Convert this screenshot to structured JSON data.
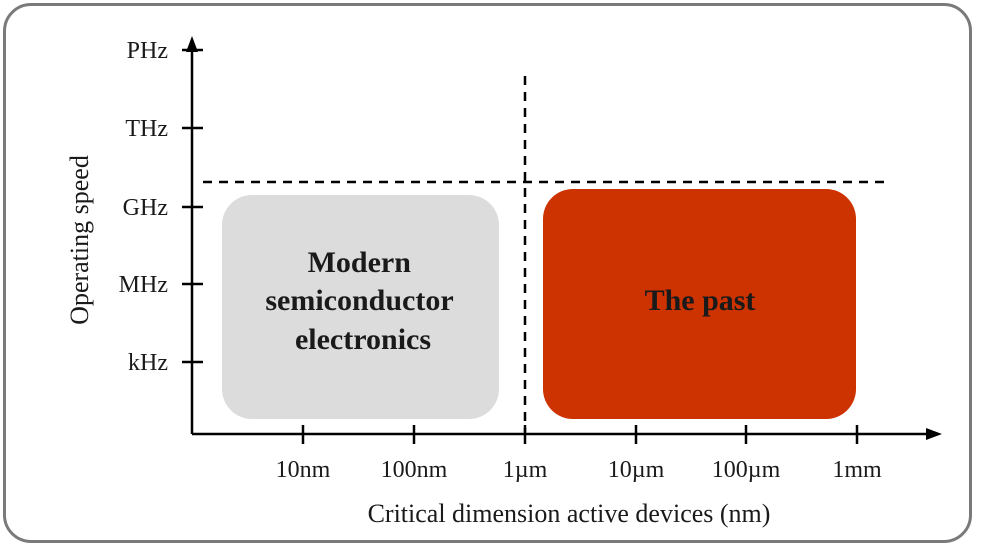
{
  "diagram": {
    "y_axis": {
      "label": "Operating speed",
      "ticks": [
        "kHz",
        "MHz",
        "GHz",
        "THz",
        "PHz"
      ]
    },
    "x_axis": {
      "label": "Critical dimension active devices (nm)",
      "ticks": [
        "10nm",
        "100nm",
        "1µm",
        "10µm",
        "100µm",
        "1mm"
      ]
    },
    "regions": {
      "modern": {
        "lines": [
          "Modern",
          "semiconductor",
          "electronics"
        ],
        "fill": "#dcdcdc"
      },
      "past": {
        "lines": [
          "The past"
        ],
        "fill": "#cc3300"
      }
    },
    "colors": {
      "axis": "#000000",
      "frame": "#7a7a7a",
      "text": "#1a1a1a"
    }
  }
}
